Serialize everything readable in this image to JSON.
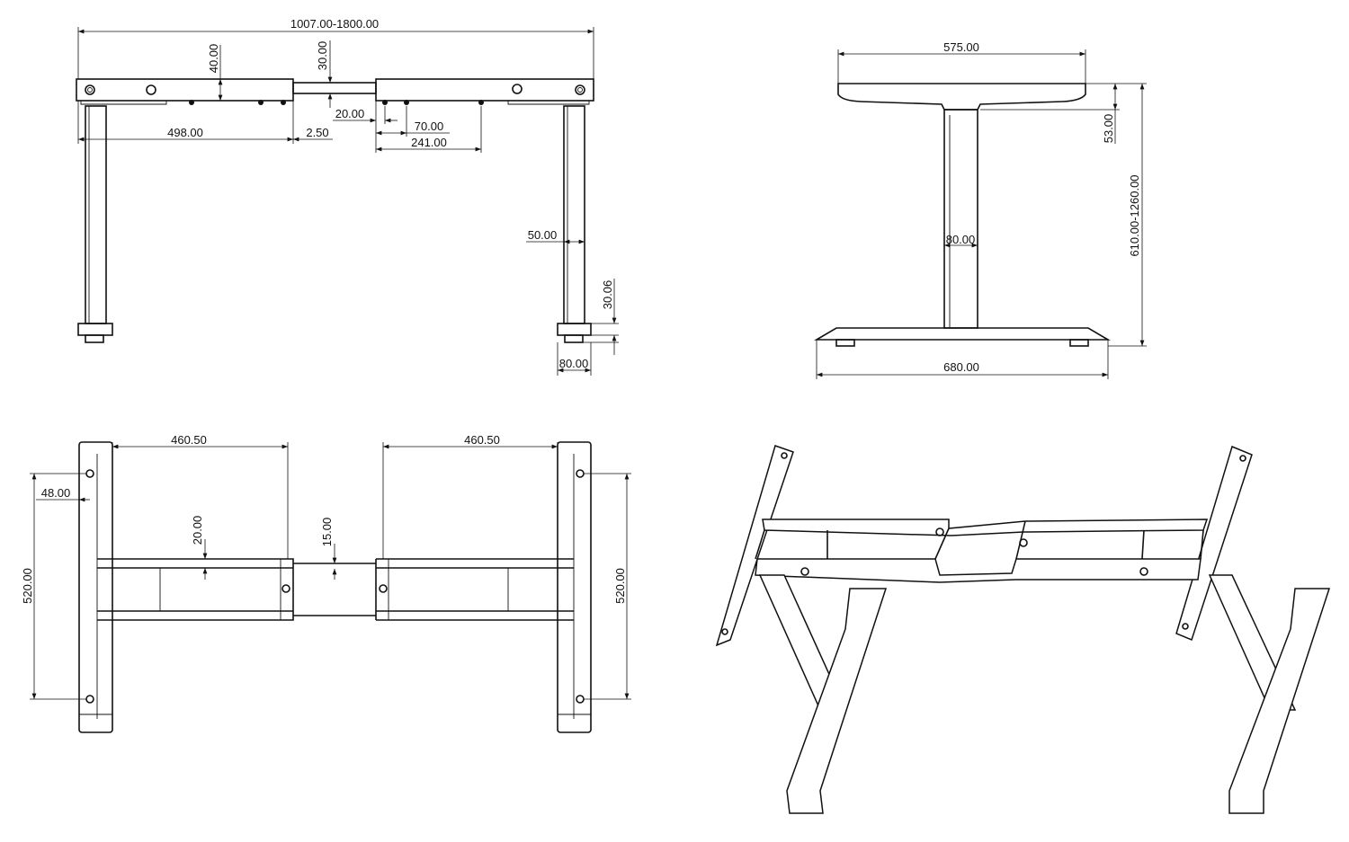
{
  "front_view": {
    "overall_width": "1007.00-1800.00",
    "beam_height": "40.00",
    "center_rail_height": "30.00",
    "hole_offset": "20.00",
    "hole_spacing": "70.00",
    "hole_span": "241.00",
    "beam_length": "498.00",
    "gap": "2.50",
    "column_width": "50.00",
    "foot_height": "30.06",
    "foot_width": "80.00"
  },
  "side_view": {
    "top_bracket_length": "575.00",
    "top_bracket_height": "53.00",
    "height_range": "610.00-1260.00",
    "column_width": "80.00",
    "base_length": "680.00"
  },
  "top_view": {
    "left_span": "460.50",
    "right_span": "460.50",
    "hole_inset": "48.00",
    "left_hole_spacing": "520.00",
    "right_hole_spacing": "520.00",
    "rail_width": "20.00",
    "center_rail_width": "15.00"
  }
}
